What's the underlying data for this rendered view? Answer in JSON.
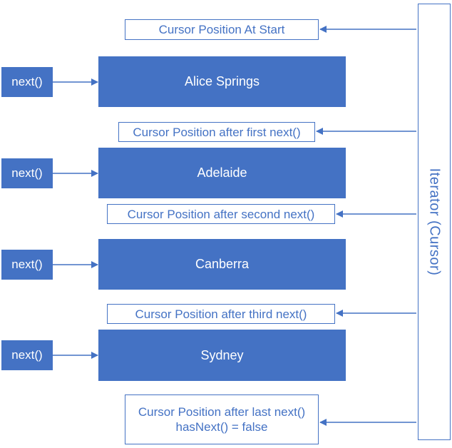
{
  "iterator": {
    "label": "Iterator (Cursor)"
  },
  "cursor_positions": [
    "Cursor Position At Start",
    "Cursor Position after first next()",
    "Cursor Position after second next()",
    "Cursor Position after third next()"
  ],
  "final_cursor": {
    "line1": "Cursor Position after last next()",
    "line2": "hasNext() = false"
  },
  "items": [
    "Alice Springs",
    "Adelaide",
    "Canberra",
    "Sydney"
  ],
  "next_label": "next()",
  "colors": {
    "accent": "#4472c4",
    "background": "#ffffff",
    "text_on_accent": "#ffffff"
  }
}
